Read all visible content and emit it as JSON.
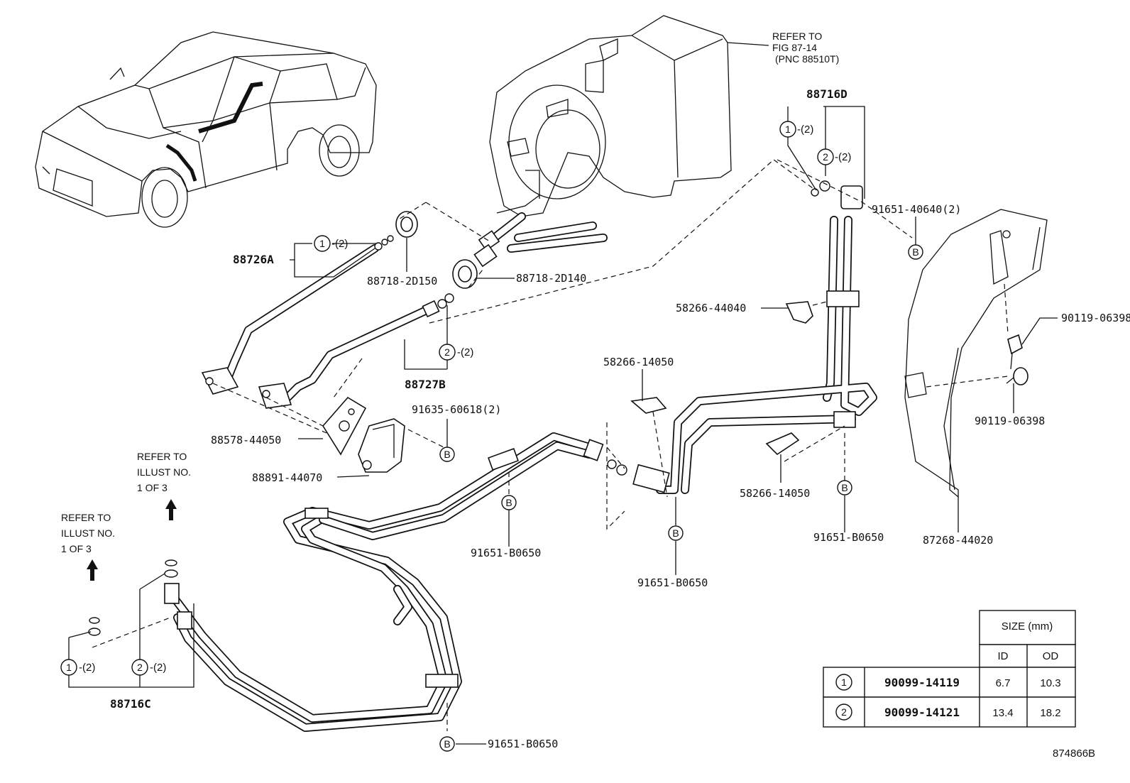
{
  "labels": {
    "p88716D": "88716D",
    "p88726A": "88726A",
    "p88727B": "88727B",
    "p88716C": "88716C",
    "p88718_2D150": "88718-2D150",
    "p88718_2D140": "88718-2D140",
    "p91651_40640": "91651-40640(2)",
    "p58266_44040": "58266-44040",
    "p58266_14050_a": "58266-14050",
    "p58266_14050_b": "58266-14050",
    "p91635_60618": "91635-60618(2)",
    "p88578_44050": "88578-44050",
    "p88891_44070": "88891-44070",
    "p90119_06398_a": "90119-06398",
    "p90119_06398_b": "90119-06398",
    "p87268_44020": "87268-44020",
    "p91651_B0650_a": "91651-B0650",
    "p91651_B0650_b": "91651-B0650",
    "p91651_B0650_c": "91651-B0650",
    "p91651_B0650_d": "91651-B0650",
    "qty2": "-(2)",
    "circle1": "1",
    "circle2": "2",
    "boltB": "B",
    "figure_id": "874866B"
  },
  "refer_fig": {
    "line1": "REFER TO",
    "line2": "FIG 87-14",
    "line3": "(PNC 88510T)"
  },
  "refer_illust": {
    "line1": "REFER TO",
    "line2": "ILLUST NO.",
    "line3": "1 OF 3"
  },
  "size_table": {
    "header": "SIZE (mm)",
    "col_id": "ID",
    "col_od": "OD",
    "rows": [
      {
        "mark": "1",
        "part": "90099-14119",
        "id": "6.7",
        "od": "10.3"
      },
      {
        "mark": "2",
        "part": "90099-14121",
        "id": "13.4",
        "od": "18.2"
      }
    ]
  }
}
